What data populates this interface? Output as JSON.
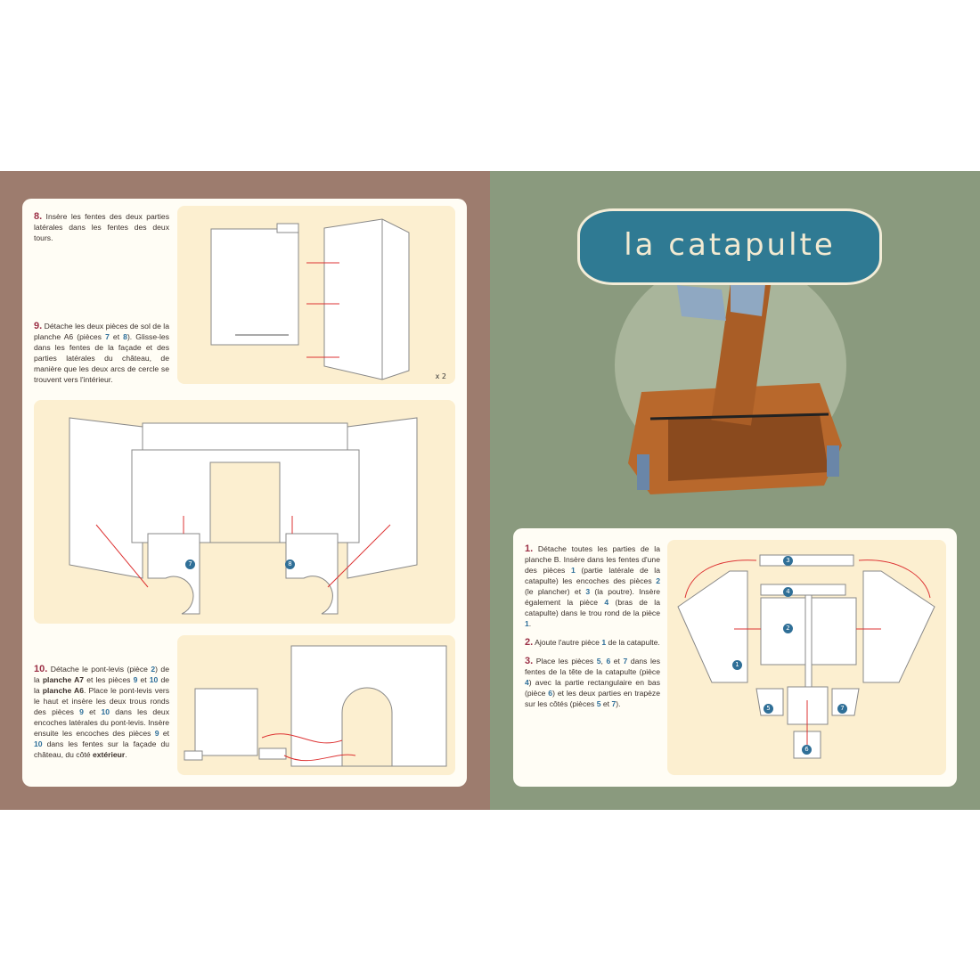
{
  "left": {
    "step8": [
      {
        "t": "8.",
        "c": "num"
      },
      {
        "t": " Insère les fentes des deux parties latérales dans les fentes des deux tours."
      }
    ],
    "step9": [
      {
        "t": "9.",
        "c": "num"
      },
      {
        "t": " Détache les deux pièces de sol de la planche A6 (pièces "
      },
      {
        "t": "7",
        "c": "hl"
      },
      {
        "t": " et "
      },
      {
        "t": "8",
        "c": "hl"
      },
      {
        "t": "). Glisse-les dans les fentes de la façade et des parties latérales du château, de manière que les deux arcs de cercle se trouvent vers l'intérieur."
      }
    ],
    "step10": [
      {
        "t": "10.",
        "c": "num"
      },
      {
        "t": " Détache le pont-levis (pièce "
      },
      {
        "t": "2",
        "c": "hl"
      },
      {
        "t": ") de la "
      },
      {
        "t": "planche A7",
        "c": "b"
      },
      {
        "t": " et les pièces "
      },
      {
        "t": "9",
        "c": "hl"
      },
      {
        "t": " et "
      },
      {
        "t": "10",
        "c": "hl"
      },
      {
        "t": " de la "
      },
      {
        "t": "planche A6",
        "c": "b"
      },
      {
        "t": ". Place le pont-levis vers le haut et insère les deux trous ronds des pièces "
      },
      {
        "t": "9",
        "c": "hl"
      },
      {
        "t": " et "
      },
      {
        "t": "10",
        "c": "hl"
      },
      {
        "t": " dans les deux encoches latérales du pont-levis. Insère ensuite les encoches des pièces "
      },
      {
        "t": "9",
        "c": "hl"
      },
      {
        "t": " et "
      },
      {
        "t": "10",
        "c": "hl"
      },
      {
        "t": " dans les fentes sur la façade du château, du côté "
      },
      {
        "t": "extérieur",
        "c": "b"
      },
      {
        "t": "."
      }
    ],
    "times_two": "x 2",
    "badges": [
      "7",
      "8"
    ]
  },
  "right": {
    "title": "la catapulte",
    "step1": [
      {
        "t": "1.",
        "c": "num"
      },
      {
        "t": " Détache toutes les parties de la planche B. Insère dans les fentes d'une des pièces "
      },
      {
        "t": "1",
        "c": "hl"
      },
      {
        "t": " (partie latérale de la catapulte) les encoches des pièces "
      },
      {
        "t": "2",
        "c": "hl"
      },
      {
        "t": " (le plancher) et "
      },
      {
        "t": "3",
        "c": "hl"
      },
      {
        "t": " (la poutre). Insère également la pièce "
      },
      {
        "t": "4",
        "c": "hl"
      },
      {
        "t": " (bras de la catapulte) dans le trou rond de la pièce "
      },
      {
        "t": "1",
        "c": "hl"
      },
      {
        "t": "."
      }
    ],
    "step2": [
      {
        "t": "2.",
        "c": "num"
      },
      {
        "t": " Ajoute l'autre pièce "
      },
      {
        "t": "1",
        "c": "hl"
      },
      {
        "t": " de la catapulte."
      }
    ],
    "step3": [
      {
        "t": "3.",
        "c": "num"
      },
      {
        "t": " Place les pièces "
      },
      {
        "t": "5",
        "c": "hl"
      },
      {
        "t": ", "
      },
      {
        "t": "6",
        "c": "hl"
      },
      {
        "t": " et "
      },
      {
        "t": "7",
        "c": "hl"
      },
      {
        "t": " dans les fentes de la tête de la catapulte (pièce "
      },
      {
        "t": "4",
        "c": "hl"
      },
      {
        "t": ") avec la partie rectangulaire en bas (pièce "
      },
      {
        "t": "6",
        "c": "hl"
      },
      {
        "t": ") et les deux parties en trapèze sur les côtés (pièces "
      },
      {
        "t": "5",
        "c": "hl"
      },
      {
        "t": " et "
      },
      {
        "t": "7",
        "c": "hl"
      },
      {
        "t": ")."
      }
    ],
    "badges": [
      "3",
      "4",
      "2",
      "1",
      "5",
      "7",
      "6"
    ]
  },
  "colors": {
    "left_bg": "#9d7c6e",
    "right_bg": "#8a9a7e",
    "accent_num": "#9b2f45",
    "accent_piece": "#2e6f9a",
    "title_plaque": "#2f7a93"
  }
}
